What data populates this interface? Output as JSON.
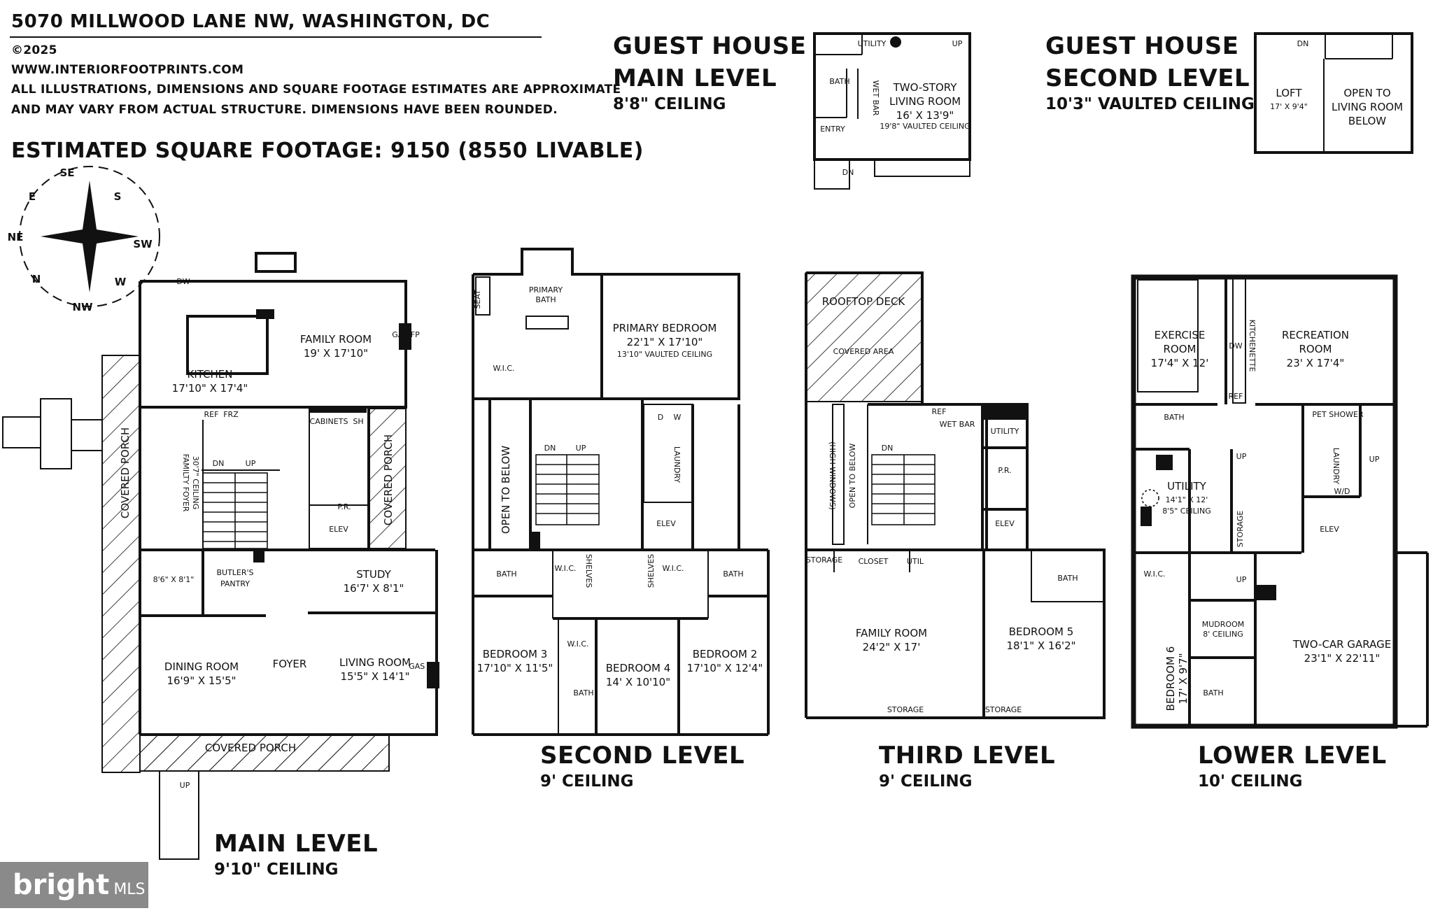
{
  "header": {
    "address": "5070 MILLWOOD LANE NW, WASHINGTON, DC",
    "copyright": "©2025",
    "website": "WWW.INTERIORFOOTPRINTS.COM",
    "disclaimer_1": "ALL ILLUSTRATIONS, DIMENSIONS AND SQUARE FOOTAGE ESTIMATES ARE APPROXIMATE",
    "disclaimer_2": "AND MAY VARY FROM ACTUAL STRUCTURE. DIMENSIONS HAVE BEEN ROUNDED.",
    "sqft": "ESTIMATED SQUARE FOOTAGE: 9150 (8550 LIVABLE)"
  },
  "compass": {
    "labels": [
      "SE",
      "S",
      "SW",
      "W",
      "NW",
      "N",
      "NE",
      "E"
    ]
  },
  "levels": {
    "guest_main": {
      "title_1": "GUEST HOUSE",
      "title_2": "MAIN LEVEL",
      "ceiling": "8'8\" CEILING"
    },
    "guest_second": {
      "title_1": "GUEST HOUSE",
      "title_2": "SECOND LEVEL",
      "ceiling": "10'3\" VAULTED CEILING"
    },
    "main": {
      "title": "MAIN LEVEL",
      "ceiling": "9'10\" CEILING"
    },
    "second": {
      "title": "SECOND LEVEL",
      "ceiling": "9' CEILING"
    },
    "third": {
      "title": "THIRD LEVEL",
      "ceiling": "9' CEILING"
    },
    "lower": {
      "title": "LOWER LEVEL",
      "ceiling": "10' CEILING"
    }
  },
  "rooms": {
    "gh_utility": "UTILITY",
    "gh_up": "UP",
    "gh_bath": "BATH",
    "gh_wetbar": "WET BAR",
    "gh_living": "TWO-STORY",
    "gh_living2": "LIVING ROOM",
    "gh_living_dim": "16' X 13'9\"",
    "gh_living_ceil": "19'8\" VAULTED CEILING",
    "gh_entry": "ENTRY",
    "gh_dn": "DN",
    "gh2_dn": "DN",
    "gh2_loft": "LOFT",
    "gh2_loft_dim": "17' X 9'4\"",
    "gh2_open_1": "OPEN TO",
    "gh2_open_2": "LIVING ROOM",
    "gh2_open_3": "BELOW",
    "m_dw": "DW",
    "m_family": "FAMILY ROOM",
    "m_family_dim": "19' X 17'10\"",
    "m_gasfp": "GAS FP",
    "m_kitchen": "KITCHEN",
    "m_kitchen_dim": "17'10\" X 17'4\"",
    "m_ref": "REF",
    "m_frz": "FRZ",
    "m_cabinets": "CABINETS",
    "m_sh": "SH",
    "m_foyer_fam": "FAMILTY FOYER",
    "m_foyer_ceil": "30'7\" CEILING",
    "m_dn": "DN",
    "m_up": "UP",
    "m_pr": "P.R.",
    "m_elev": "ELEV",
    "m_cov_porch_v": "COVERED PORCH",
    "m_cov_porch_r": "COVERED PORCH",
    "m_closet_dim": "8'6\" X 8'1\"",
    "m_butlers": "BUTLER'S",
    "m_pantry": "PANTRY",
    "m_study": "STUDY",
    "m_study_dim": "16'7' X 8'1\"",
    "m_dining": "DINING ROOM",
    "m_dining_dim": "16'9\" X 15'5\"",
    "m_foyer": "FOYER",
    "m_living": "LIVING ROOM",
    "m_living_dim": "15'5\" X 14'1\"",
    "m_gasfp2": "GAS FP",
    "m_cov_porch_b": "COVERED PORCH",
    "m_up2": "UP",
    "s_seat": "SEAT",
    "s_pbath": "PRIMARY",
    "s_pbath2": "BATH",
    "s_pbed": "PRIMARY BEDROOM",
    "s_pbed_dim": "22'1\" X 17'10\"",
    "s_pbed_ceil": "13'10\" VAULTED CEILING",
    "s_wic": "W.I.C.",
    "s_open": "OPEN TO BELOW",
    "s_dn": "DN",
    "s_up": "UP",
    "s_d": "D",
    "s_w": "W",
    "s_laundry": "LAUNDRY",
    "s_elev": "ELEV",
    "s_bath3": "BATH",
    "s_wic3": "W.I.C.",
    "s_shelves": "SHELVES",
    "s_shelves2": "SHELVES",
    "s_wic2": "W.I.C.",
    "s_bath2": "BATH",
    "s_bed3": "BEDROOM 3",
    "s_bed3_dim": "17'10\" X 11'5\"",
    "s_wic4": "W.I.C.",
    "s_bed4": "BEDROOM 4",
    "s_bed4_dim": "14' X 10'10\"",
    "s_bath4": "BATH",
    "s_bed2": "BEDROOM 2",
    "s_bed2_dim": "17'10\" X 12'4\"",
    "t_rooftop": "ROOFTOP DECK",
    "t_covered": "COVERED AREA",
    "t_ref": "REF",
    "t_wetbar": "WET BAR",
    "t_utility": "UTILITY",
    "t_highwin": "(HIGH WINDOWS)",
    "t_open": "OPEN TO BELOW",
    "t_dn": "DN",
    "t_pr": "P.R.",
    "t_elev": "ELEV",
    "t_storage": "STORAGE",
    "t_closet": "CLOSET",
    "t_util": "UTIL",
    "t_bath": "BATH",
    "t_family": "FAMILY ROOM",
    "t_family_dim": "24'2\" X 17'",
    "t_bed5": "BEDROOM 5",
    "t_bed5_dim": "18'1\" X 16'2\"",
    "t_storage2": "STORAGE",
    "t_storage3": "STORAGE",
    "l_exercise": "EXERCISE",
    "l_exercise2": "ROOM",
    "l_exercise_dim": "17'4\" X 12'",
    "l_kitchenette": "KITCHENETTE",
    "l_dw": "DW",
    "l_ref": "REF",
    "l_rec": "RECREATION",
    "l_rec2": "ROOM",
    "l_rec_dim": "23' X 17'4\"",
    "l_bath": "BATH",
    "l_pet": "PET SHOWER",
    "l_up": "UP",
    "l_utility": "UTILITY",
    "l_utility_dim": "14'1\" X 12'",
    "l_utility_ceil": "8'5\" CEILING",
    "l_storage": "STORAGE",
    "l_laundry": "LAUNDRY",
    "l_wd": "W/D",
    "l_up2": "UP",
    "l_elev": "ELEV",
    "l_wic": "W.I.C.",
    "l_up3": "UP",
    "l_mudroom": "MUDROOM",
    "l_mud_ceil": "8' CEILING",
    "l_garage": "TWO-CAR GARAGE",
    "l_garage_dim": "23'1\" X 22'11\"",
    "l_bed6": "BEDROOM 6",
    "l_bed6_dim": "17' X 9'7\"",
    "l_bath2": "BATH"
  },
  "logo": {
    "brand": "bright",
    "suffix": "MLS"
  }
}
